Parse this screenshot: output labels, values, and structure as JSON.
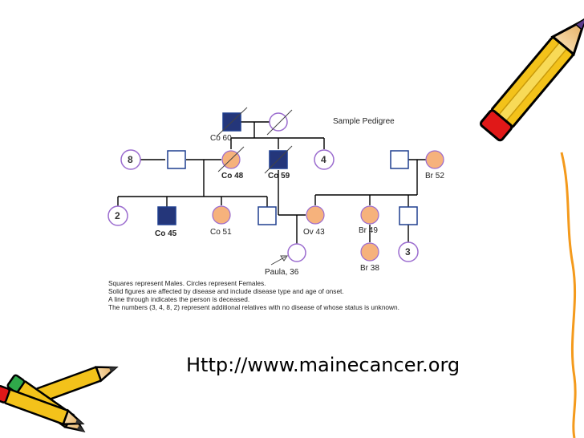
{
  "colors": {
    "male_border": "#1f3f8f",
    "affected_male_fill": "#24367a",
    "female_border": "#9b6ccf",
    "affected_female_fill": "#f6b27c",
    "line": "#000000",
    "pencil_yellow": "#f3c21a"
  },
  "icons": [
    "pencil-clipart-icon",
    "pencils-clipart-icon"
  ],
  "pedigree": {
    "title": "Sample Pedigree",
    "people": [
      {
        "id": "gp-father",
        "sex": "male",
        "affected": true,
        "deceased": true,
        "label": "Co 60"
      },
      {
        "id": "gp-mother",
        "sex": "female",
        "affected": false,
        "deceased": true,
        "label": ""
      },
      {
        "id": "aunt-8",
        "sex": "female",
        "affected": false,
        "deceased": false,
        "label": "8"
      },
      {
        "id": "uncle-by-marriage",
        "sex": "male",
        "affected": false,
        "deceased": false,
        "label": ""
      },
      {
        "id": "aunt-co48",
        "sex": "female",
        "affected": true,
        "deceased": true,
        "label": "Co 48"
      },
      {
        "id": "father",
        "sex": "male",
        "affected": true,
        "deceased": true,
        "label": "Co 59"
      },
      {
        "id": "aunt-4",
        "sex": "female",
        "affected": false,
        "deceased": false,
        "label": "4"
      },
      {
        "id": "mat-grandfather",
        "sex": "male",
        "affected": false,
        "deceased": false,
        "label": ""
      },
      {
        "id": "mat-grandmother",
        "sex": "female",
        "affected": true,
        "deceased": false,
        "label": "Br 52"
      },
      {
        "id": "cousin-2",
        "sex": "female",
        "affected": false,
        "deceased": false,
        "label": "2"
      },
      {
        "id": "cousin-co45",
        "sex": "male",
        "affected": true,
        "deceased": false,
        "label": "Co 45"
      },
      {
        "id": "cousin-co51",
        "sex": "female",
        "affected": true,
        "deceased": false,
        "label": "Co 51"
      },
      {
        "id": "brother",
        "sex": "male",
        "affected": false,
        "deceased": false,
        "label": ""
      },
      {
        "id": "mother",
        "sex": "female",
        "affected": true,
        "deceased": false,
        "label": "Ov 43"
      },
      {
        "id": "mat-aunt-br49",
        "sex": "female",
        "affected": true,
        "deceased": false,
        "label": "Br 49"
      },
      {
        "id": "mat-uncle",
        "sex": "male",
        "affected": false,
        "deceased": false,
        "label": ""
      },
      {
        "id": "proband",
        "sex": "female",
        "affected": false,
        "deceased": false,
        "label": "Paula, 36"
      },
      {
        "id": "mat-cousin-br38",
        "sex": "female",
        "affected": true,
        "deceased": false,
        "label": "Br 38"
      },
      {
        "id": "mat-cousin-3",
        "sex": "female",
        "affected": false,
        "deceased": false,
        "label": "3"
      }
    ]
  },
  "legend": [
    "Squares represent Males.  Circles represent Females.",
    "Solid figures are affected by disease and include disease type and age of onset.",
    "A line through indicates the person is deceased.",
    "The numbers (3, 4, 8, 2) represent additional relatives with no disease of whose status is unknown."
  ],
  "url": "Http://www.mainecancer.org"
}
